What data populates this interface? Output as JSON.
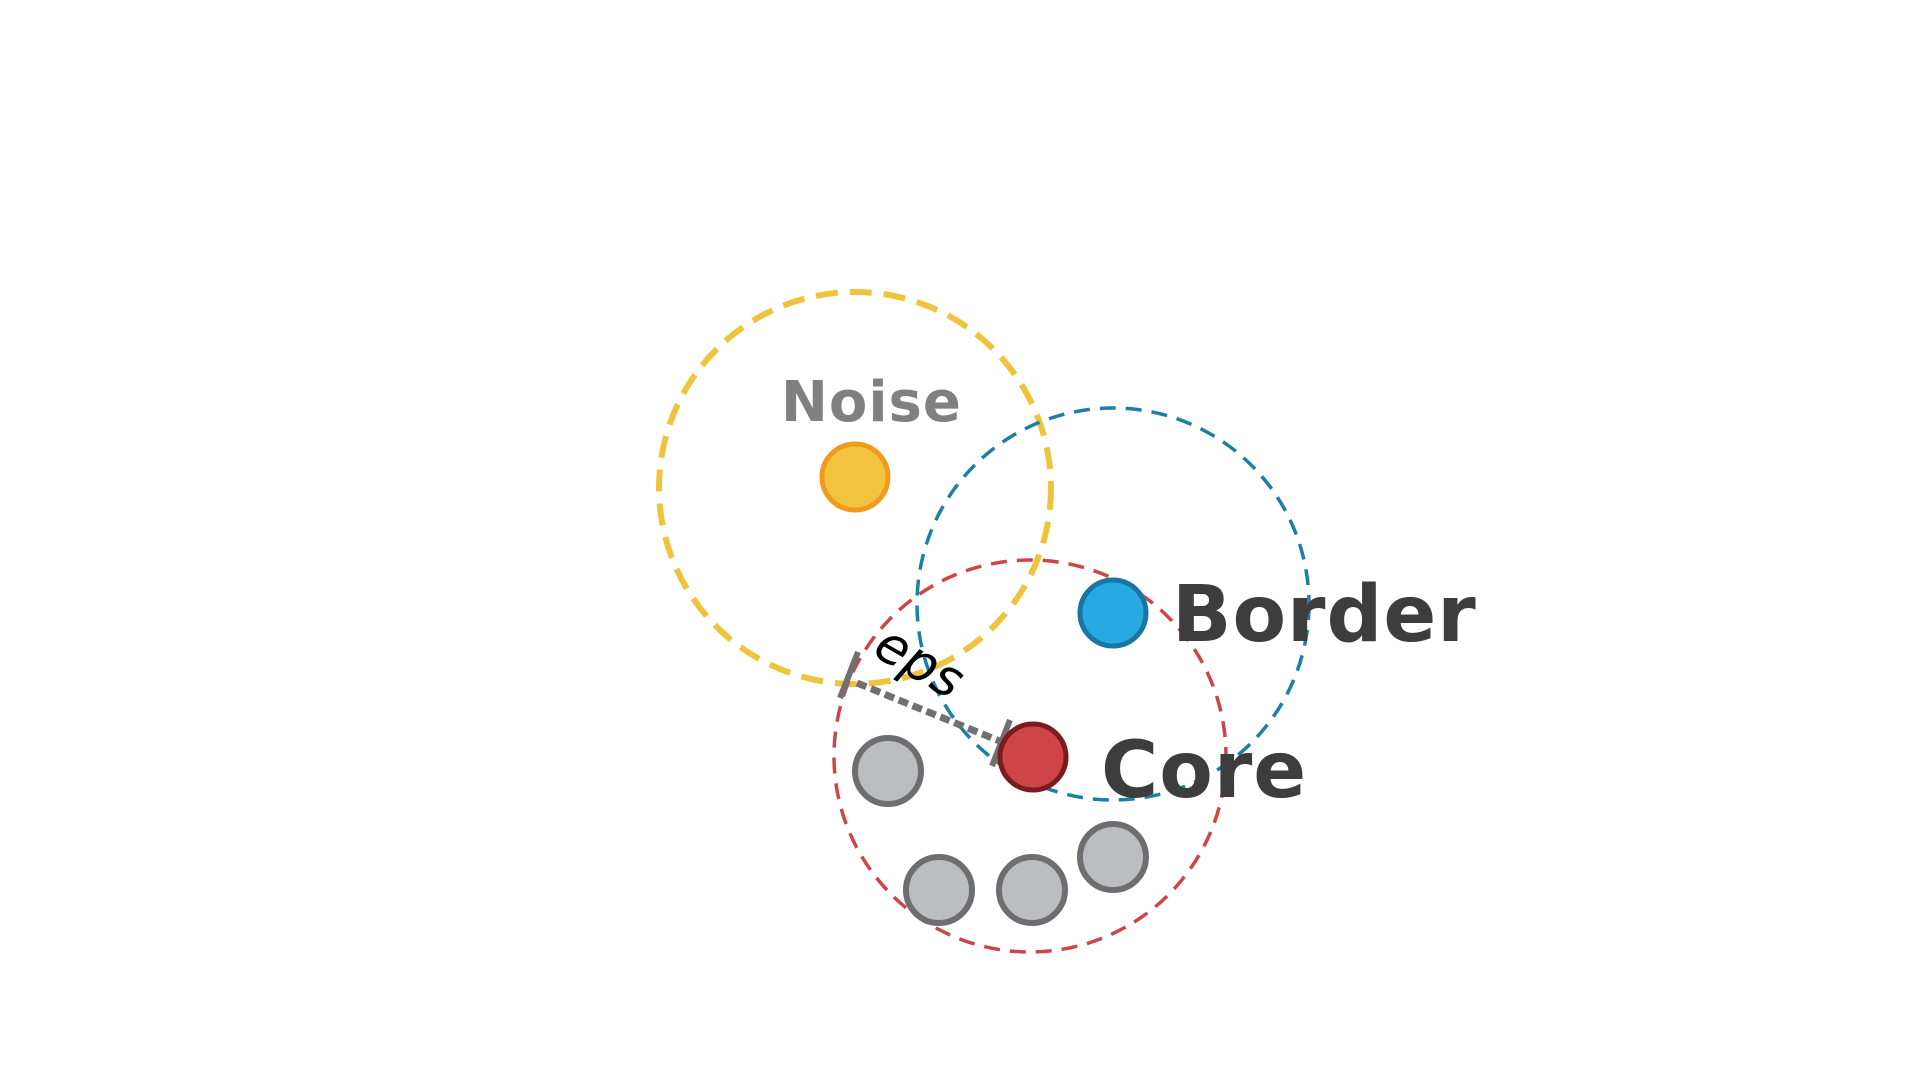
{
  "labels": {
    "noise": "Noise",
    "border": "Border",
    "core": "Core",
    "eps": "eps"
  },
  "colors": {
    "noise_fill": "#f2c43d",
    "noise_stroke": "#f29a1f",
    "noise_radius": "#f0c33c",
    "border_fill": "#27aae1",
    "border_stroke": "#1b75a3",
    "border_radius": "#1c7fa6",
    "core_fill": "#cf4547",
    "core_stroke": "#7a1c1f",
    "core_radius": "#cf4547",
    "other_fill": "#bcbdc0",
    "other_stroke": "#6d6e70",
    "eps_line": "#707070",
    "label_gray": "#808080",
    "label_dark": "#3d3d3d"
  }
}
